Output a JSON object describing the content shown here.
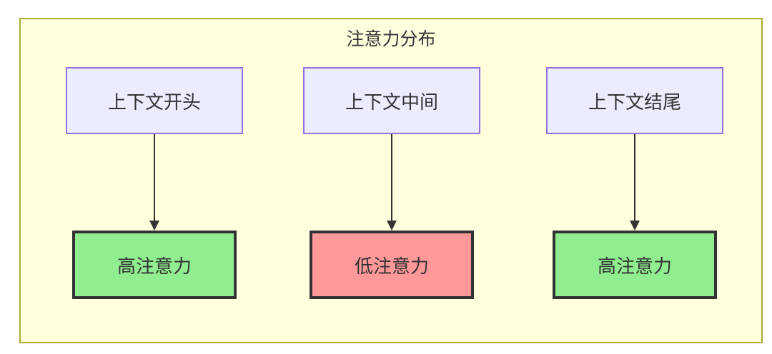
{
  "diagram": {
    "title": "注意力分布",
    "type": "flowchart",
    "colors": {
      "frame_fill": "#ffffde",
      "frame_border": "#aaaa33",
      "source_node_fill": "#ECECFF",
      "source_node_border": "#9370DB",
      "high_attention_fill": "#90EE90",
      "low_attention_fill": "#FF9999",
      "dark_node_border": "#333333",
      "arrow_color": "#333333",
      "text_color": "#333333"
    },
    "columns": [
      {
        "source": "上下文开头",
        "target": "高注意力",
        "level": "high"
      },
      {
        "source": "上下文中间",
        "target": "低注意力",
        "level": "low"
      },
      {
        "source": "上下文结尾",
        "target": "高注意力",
        "level": "high"
      }
    ]
  }
}
